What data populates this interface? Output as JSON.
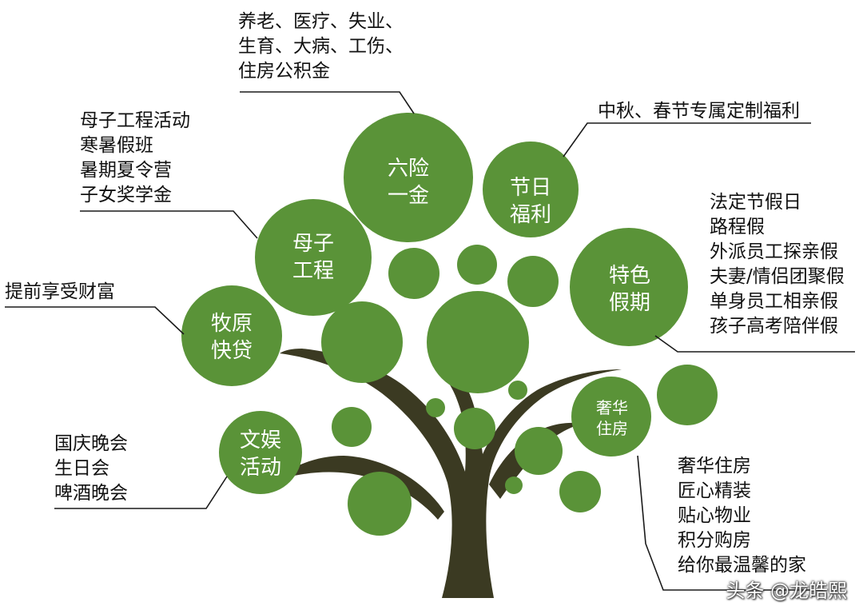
{
  "colors": {
    "leaf": "#5a9338",
    "trunk": "#3b3a22",
    "line": "#1a1a1a",
    "text": "#111111"
  },
  "benefits": [
    {
      "id": "six-insurance",
      "label": [
        "六险",
        "一金"
      ],
      "details": [
        "养老、医疗、失业、",
        "生育、大病、工伤、",
        "住房公积金"
      ]
    },
    {
      "id": "holiday-welfare",
      "label": [
        "节日",
        "福利"
      ],
      "details": [
        "中秋、春节专属定制福利"
      ]
    },
    {
      "id": "mother-child",
      "label": [
        "母子",
        "工程"
      ],
      "details": [
        "母子工程活动",
        "寒暑假班",
        "暑期夏令营",
        "子女奖学金"
      ]
    },
    {
      "id": "special-leave",
      "label": [
        "特色",
        "假期"
      ],
      "details": [
        "法定节假日",
        "路程假",
        "外派员工探亲假",
        "夫妻/情侣团聚假",
        "单身员工相亲假",
        "孩子高考陪伴假"
      ]
    },
    {
      "id": "muyuan-loan",
      "label": [
        "牧原",
        "快贷"
      ],
      "details": [
        "提前享受财富"
      ]
    },
    {
      "id": "entertainment",
      "label": [
        "文娱",
        "活动"
      ],
      "details": [
        "国庆晚会",
        "生日会",
        "啤酒晚会"
      ]
    },
    {
      "id": "luxury-housing",
      "label": [
        "奢华",
        "住房"
      ],
      "details": [
        "奢华住房",
        "匠心精装",
        "贴心物业",
        "积分购房",
        "给你最温馨的家"
      ]
    }
  ],
  "watermark": "头条 @龙皓熙"
}
